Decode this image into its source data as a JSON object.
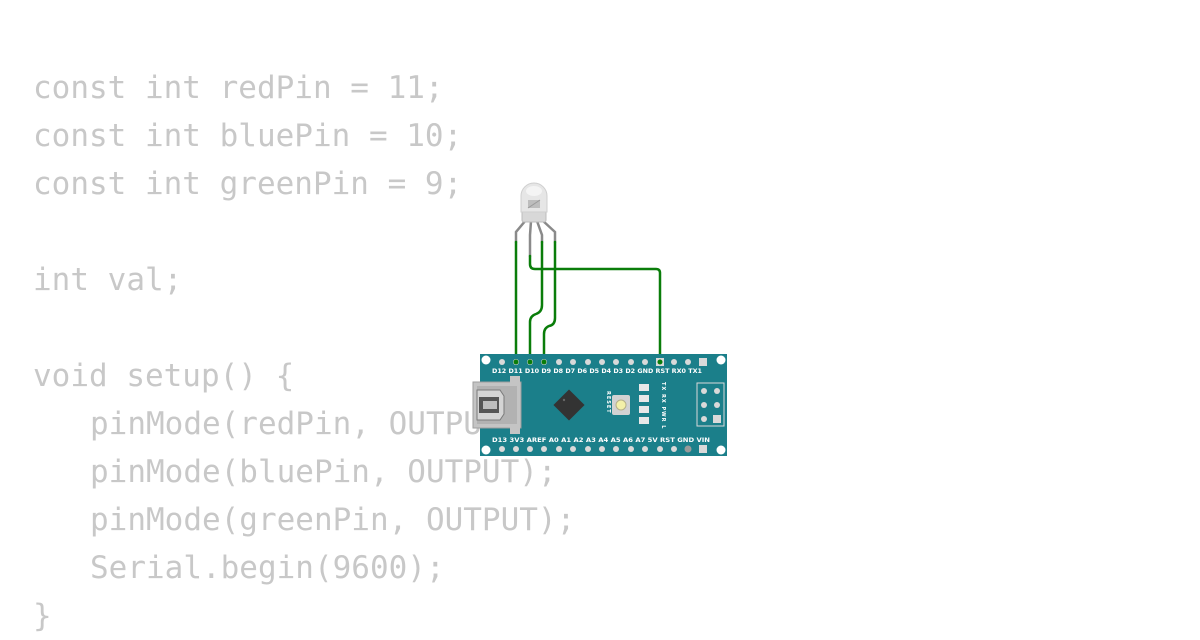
{
  "code": {
    "lines": [
      "const int redPin = 11;",
      "const int bluePin = 10;",
      "const int greenPin = 9;",
      "",
      "int val;",
      "",
      "void setup() {",
      "pinMode(redPin, OUTPUT);",
      "pinMode(bluePin, OUTPUT);",
      "pinMode(greenPin, OUTPUT);",
      "Serial.begin(9600);",
      "}"
    ]
  },
  "board": {
    "top_pins_label": "D12 D11 D10 D9 D8 D7 D6 D5 D4 D3 D2 GND RST RX0 TX1",
    "bottom_pins_label": "D13 3V3 AREF A0 A1 A2 A3 A4 A5 A6 A7 5V RST GND VIN",
    "reset_label": "RESET",
    "leds_label": "TX RX PWR L",
    "colors": {
      "board": "#1b7f8a",
      "wire": "#0a7d0a",
      "chip": "#333333",
      "led_body": "#e6e6e6"
    }
  }
}
